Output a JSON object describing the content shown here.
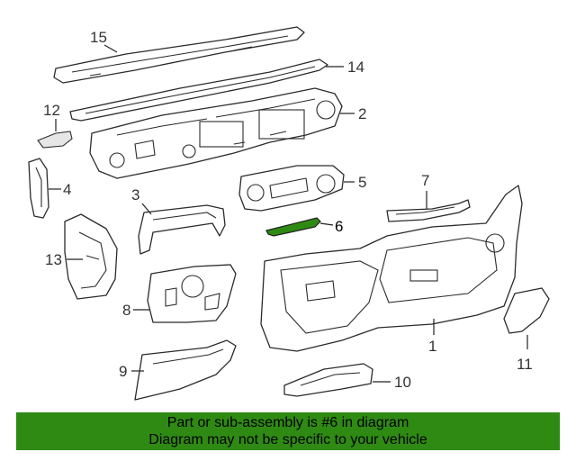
{
  "callouts": {
    "c1": "1",
    "c2": "2",
    "c3": "3",
    "c4": "4",
    "c5": "5",
    "c6": "6",
    "c7": "7",
    "c8": "8",
    "c9": "9",
    "c10": "10",
    "c11": "11",
    "c12": "12",
    "c13": "13",
    "c14": "14",
    "c15": "15"
  },
  "highlight": {
    "part": "6",
    "color": "#2f8a14"
  },
  "banner": {
    "line1": "Part or sub-assembly is #6 in diagram",
    "line2": "Diagram may not be specific to your vehicle",
    "background": "#2f8a14"
  }
}
